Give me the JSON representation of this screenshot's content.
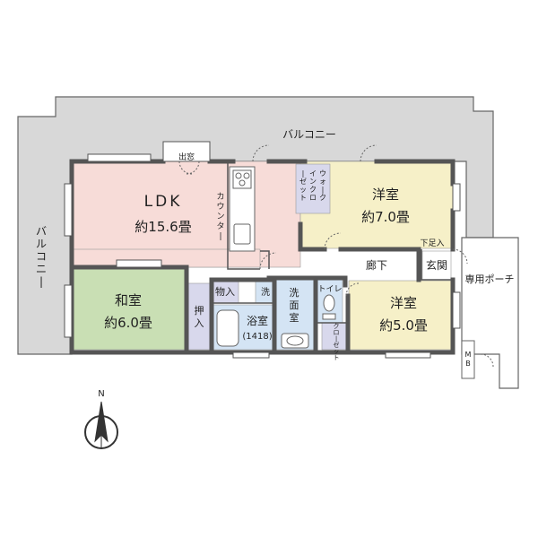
{
  "colors": {
    "balcony": "#d8d8d8",
    "ldk": "#f7dcd8",
    "washitsu": "#c9dfb4",
    "yoshitsu": "#f6f0c8",
    "wet": "#d4e4f4",
    "storage": "#d8d8ec",
    "hall": "#ffffff",
    "wall": "#555555"
  },
  "compass": {
    "north": "N"
  },
  "labels": {
    "balcony_top": "バルコニー",
    "balcony_left": "バルコニー",
    "demado": "出窓",
    "counter": "カウンター",
    "walkin": "ウォークインクローゼット",
    "ldk_name": "LDK",
    "ldk_size": "約15.6畳",
    "yoshitsu7_name": "洋室",
    "yoshitsu7_size": "約7.0畳",
    "washitsu_name": "和室",
    "washitsu_size": "約6.0畳",
    "yoshitsu5_name": "洋室",
    "yoshitsu5_size": "約5.0畳",
    "monoire": "物入",
    "oshiire": "押入",
    "sen": "洗",
    "senmenshitsu": "洗面室",
    "toilet": "トイレ",
    "yokushitsu": "浴室",
    "bath_size": "(1418)",
    "closet": "クローゼット",
    "rouka": "廊下",
    "genkan": "玄関",
    "getabako": "下足入",
    "porch": "専用ポーチ",
    "mb": "MB"
  }
}
